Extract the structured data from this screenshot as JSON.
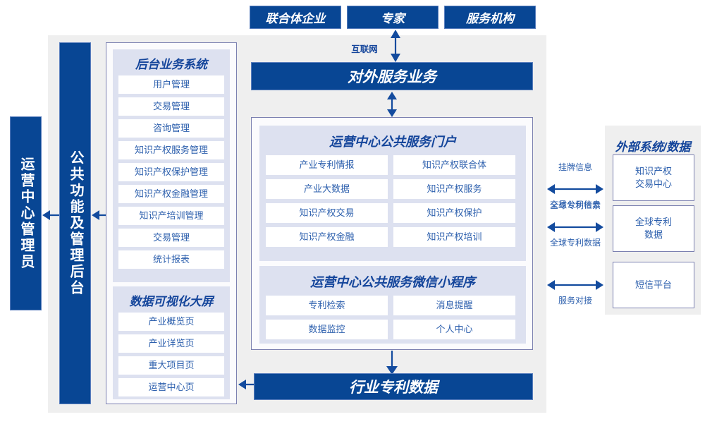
{
  "top_actors": [
    {
      "label": "联合体企业"
    },
    {
      "label": "专家"
    },
    {
      "label": "服务机构"
    }
  ],
  "connectors": {
    "internet": "互联网",
    "external": [
      {
        "top": "挂牌信息",
        "bottom": "交易公示信息"
      },
      {
        "top": "全球专利检索",
        "bottom": "全球专利数据"
      },
      {
        "top": "",
        "bottom": "服务对接"
      }
    ]
  },
  "left_rail": {
    "admin_label": "运营中心管理员",
    "backend_label": "公共功能及管理后台"
  },
  "backend_panel": {
    "groups": [
      {
        "title": "后台业务系统",
        "items": [
          "用户管理",
          "交易管理",
          "咨询管理",
          "知识产权服务管理",
          "知识产权保护管理",
          "知识产权金融管理",
          "知识产培训管理",
          "交易管理",
          "统计报表"
        ]
      },
      {
        "title": "数据可视化大屏",
        "items": [
          "产业概览页",
          "产业详览页",
          "重大项目页",
          "运营中心页"
        ]
      }
    ]
  },
  "service_bar": {
    "label": "对外服务业务"
  },
  "center_panel": {
    "groups": [
      {
        "title": "运营中心公共服务门户",
        "items": [
          "产业专利情报",
          "知识产权联合体",
          "产业大数据",
          "知识产权服务",
          "知识产权交易",
          "知识产权保护",
          "知识产权金融",
          "知识产权培训"
        ]
      },
      {
        "title": "运营中心公共服务微信小程序",
        "items": [
          "专利检索",
          "消息提醒",
          "数据监控",
          "个人中心"
        ]
      }
    ]
  },
  "bottom_bar": {
    "label": "行业专利数据"
  },
  "external_panel": {
    "title": "外部系统/数据",
    "boxes": [
      "知识产权\n交易中心",
      "全球专利\n数据",
      "短信平台"
    ]
  },
  "colors": {
    "brand_blue": "#084694",
    "accent_blue": "#14459b",
    "text_blue": "#2c5fad",
    "panel_border": "#7b80b0",
    "group_bg": "#dde1f0",
    "backdrop": "#efefef"
  }
}
